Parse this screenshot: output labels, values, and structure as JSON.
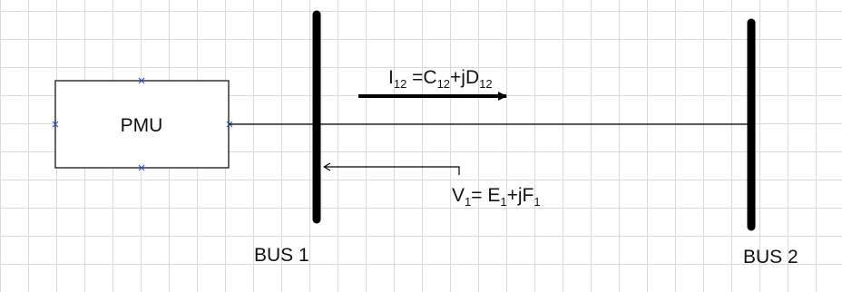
{
  "pmu": {
    "label": "PMU"
  },
  "buses": [
    {
      "label": "BUS 1"
    },
    {
      "label": "BUS 2"
    }
  ],
  "current": {
    "main": "I",
    "sub": "12",
    "eq": " =C",
    "sub2": "12",
    "plus": "+jD",
    "sub3": "12"
  },
  "voltage": {
    "main": "V",
    "sub": "1",
    "eq": "= E",
    "sub2": "1",
    "plus": "+jF",
    "sub3": "1"
  },
  "colors": {
    "line": "#000000",
    "handle": "#3355cc",
    "grid": "#d9d9d9"
  }
}
